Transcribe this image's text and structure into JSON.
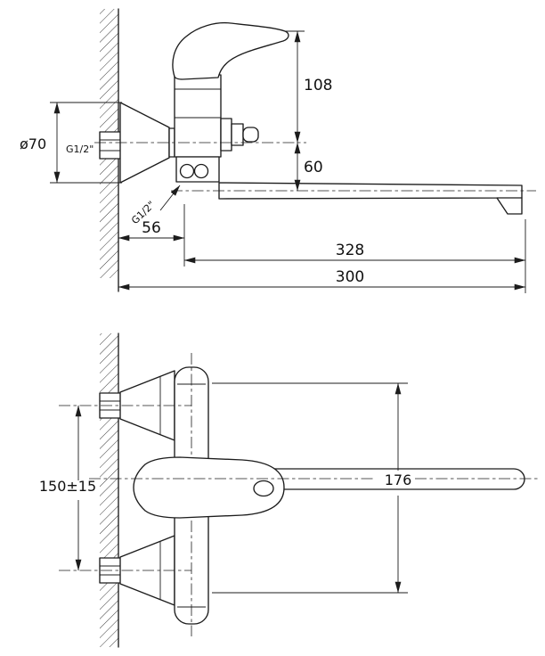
{
  "page": {
    "background": "#ffffff",
    "line_color": "#1c1c1c"
  },
  "top_view": {
    "dim_108": "108",
    "dim_60": "60",
    "dim_diameter": "ø70",
    "thread_inlet": "G1/2\"",
    "thread_spout": "G1/2\"",
    "dim_56": "56",
    "dim_328": "328",
    "dim_300": "300"
  },
  "front_view": {
    "dim_spacing": "150±15",
    "dim_length": "176"
  }
}
